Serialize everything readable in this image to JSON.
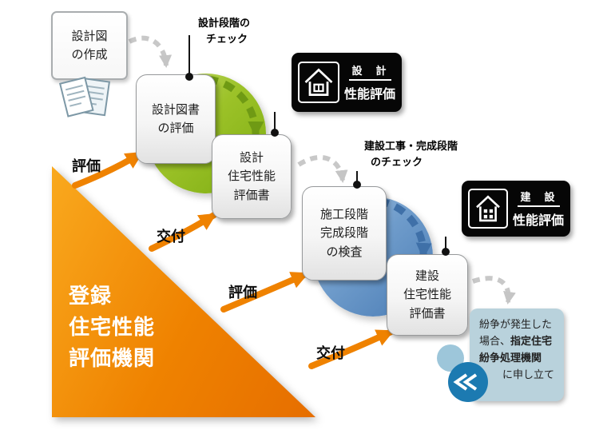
{
  "boxes": {
    "design_draft": {
      "line1": "設計図",
      "line2": "の作成"
    },
    "design_doc_eval": {
      "line1": "設計図書",
      "line2": "の評価"
    },
    "design_report": {
      "line1": "設計",
      "line2": "住宅性能",
      "line3": "評価書"
    },
    "inspection": {
      "line1": "施工段階",
      "line2": "完成段階",
      "line3": "の検査"
    },
    "construction_report": {
      "line1": "建設",
      "line2": "住宅性能",
      "line3": "評価書"
    }
  },
  "callouts": {
    "design_check": {
      "line1": "設計段階の",
      "line2": "チェック"
    },
    "construction_check": {
      "line1": "建設工事・完成段階",
      "line2": "のチェック"
    }
  },
  "badges": {
    "design": {
      "title": "設　計",
      "subtitle": "性能評価"
    },
    "construction": {
      "title": "建　設",
      "subtitle": "性能評価"
    }
  },
  "org": {
    "line1": "登録",
    "line2": "住宅性能",
    "line3": "評価機関"
  },
  "flow": {
    "evaluate_design": "評価",
    "issue_design": "交付",
    "evaluate_construction": "評価",
    "issue_construction": "交付"
  },
  "dispute": {
    "line1": "紛争が発生した",
    "line2_normal": "場合、",
    "line2_bold": "指定住宅",
    "line3_bold": "紛争処理機関",
    "line4": "に申し立て"
  },
  "colors": {
    "orange": "#ef8200",
    "green": "#8db627",
    "blue": "#5e8ec6",
    "badge_bg": "#000000",
    "dispute_bg": "#b9d2dc",
    "arrow_gray": "#c5c5c5"
  }
}
